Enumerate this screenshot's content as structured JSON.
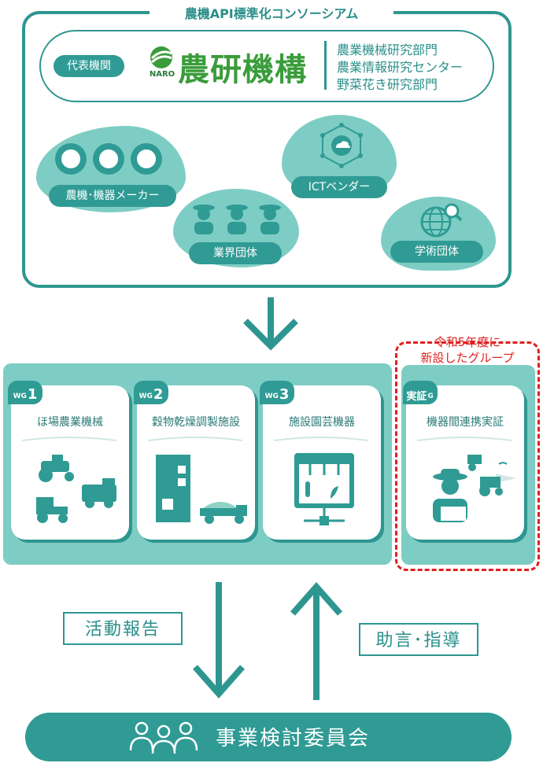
{
  "consortium": {
    "title": "農機API標準化コンソーシアム",
    "rep_label": "代表機関",
    "org_logo_text": "農研機構",
    "org_logo_sub": "NARO",
    "departments": [
      "農業機械研究部門",
      "農業情報研究センター",
      "野菜花き研究部門"
    ],
    "groups": {
      "makers": "農機･機器メーカー",
      "ict": "ICTベンダー",
      "industry": "業界団体",
      "academic": "学術団体"
    }
  },
  "new_note": {
    "line1": "令和5年度に",
    "line2": "新設したグループ"
  },
  "working_groups": [
    {
      "tab_small": "WG",
      "tab_num": "1",
      "title": "ほ場農業機械"
    },
    {
      "tab_small": "WG",
      "tab_num": "2",
      "title": "穀物乾燥調製施設"
    },
    {
      "tab_small": "WG",
      "tab_num": "3",
      "title": "施設園芸機器"
    }
  ],
  "verification_group": {
    "tab": "実証",
    "tab_small": "G",
    "title": "機器間連携実証"
  },
  "flows": {
    "report": "活動報告",
    "advice": "助言･指導"
  },
  "committee": {
    "label": "事業検討委員会"
  },
  "colors": {
    "teal": "#2f9b94",
    "light_teal": "#7ecdc4",
    "green": "#3a9c3a",
    "red": "#e02020"
  }
}
